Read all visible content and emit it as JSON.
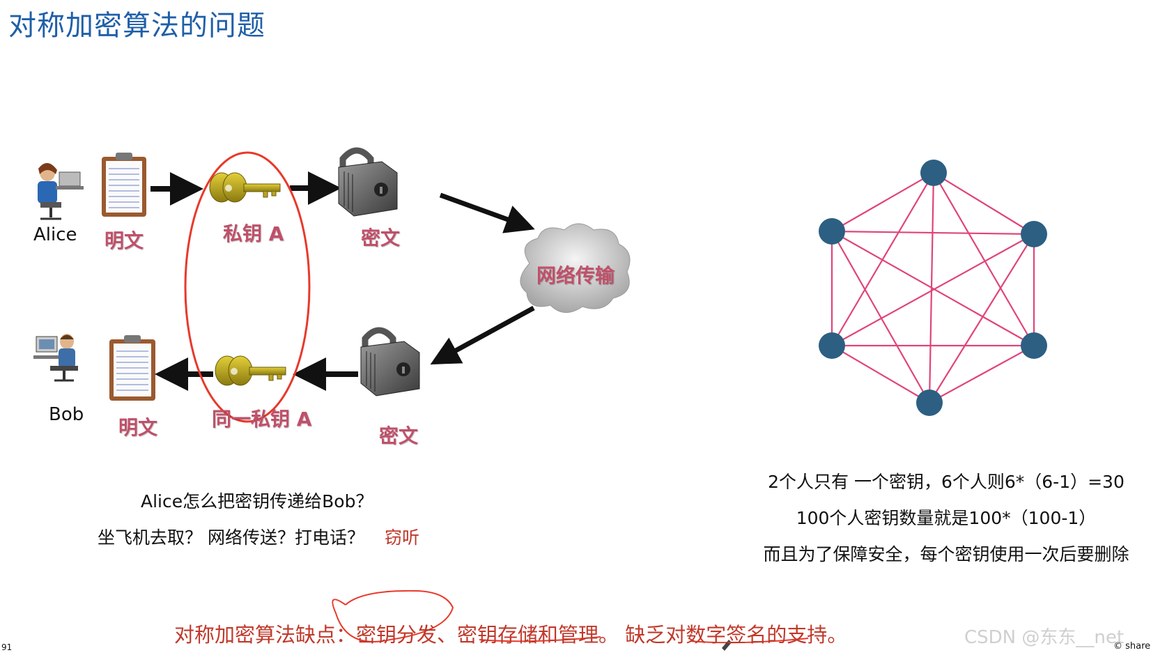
{
  "title": "对称加密算法的问题",
  "diagram": {
    "alice_label": "Alice",
    "bob_label": "Bob",
    "plaintext_top": "明文",
    "key_top": "私钥 A",
    "ciphertext_top": "密文",
    "network_label": "网络传输",
    "plaintext_bottom": "明文",
    "key_bottom": "同一私钥 A",
    "ciphertext_bottom": "密文"
  },
  "left_notes": {
    "line1": "Alice怎么把密钥传递给Bob？",
    "line2": "坐飞机去取？ 网络传送？打电话？",
    "eavesdrop": "窃听"
  },
  "right_notes": {
    "line1": "2个人只有 一个密钥，6个人则6*（6-1）=30",
    "line2": "100个人密钥数量就是100*（100-1）",
    "line3": "而且为了保障安全，每个密钥使用一次后要删除"
  },
  "bottom_note": "对称加密算法缺点：密钥分发、密钥存储和管理。 缺乏对数字签名的支持。",
  "watermark": "CSDN @东东__net",
  "share_label": "© share",
  "page_number": "91",
  "colors": {
    "title": "#1f5fa8",
    "node": "#2c5f82",
    "edge": "#e0447a",
    "ellipse": "#e8392b",
    "label_pink": "#c0506a",
    "note_red": "#c0392b"
  }
}
